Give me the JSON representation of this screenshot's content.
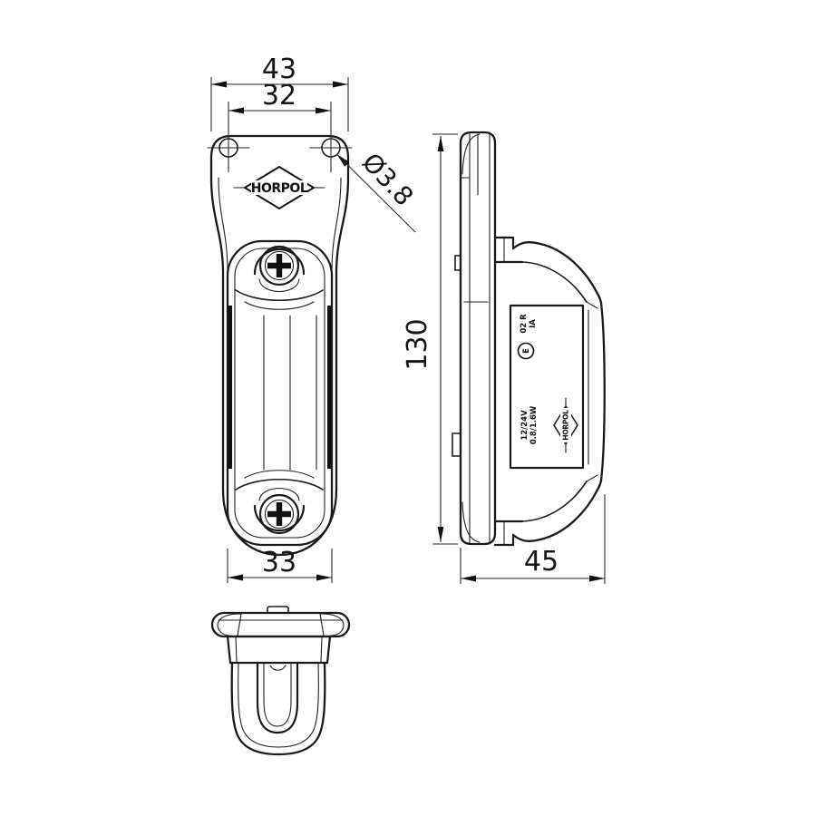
{
  "brand": {
    "name": "HORPOL"
  },
  "front_view": {
    "dim_top_width": "43",
    "dim_hole_spacing": "32",
    "dim_hole_diameter": "Ø3.8",
    "dim_bottom_width": "33"
  },
  "side_view": {
    "dim_height": "130",
    "dim_depth": "45",
    "marking_type_line1": "02 R",
    "marking_type_line2": "IA",
    "emark_letter": "E",
    "marking_voltage": "12/24V",
    "marking_power": "0.8/1.6W"
  }
}
